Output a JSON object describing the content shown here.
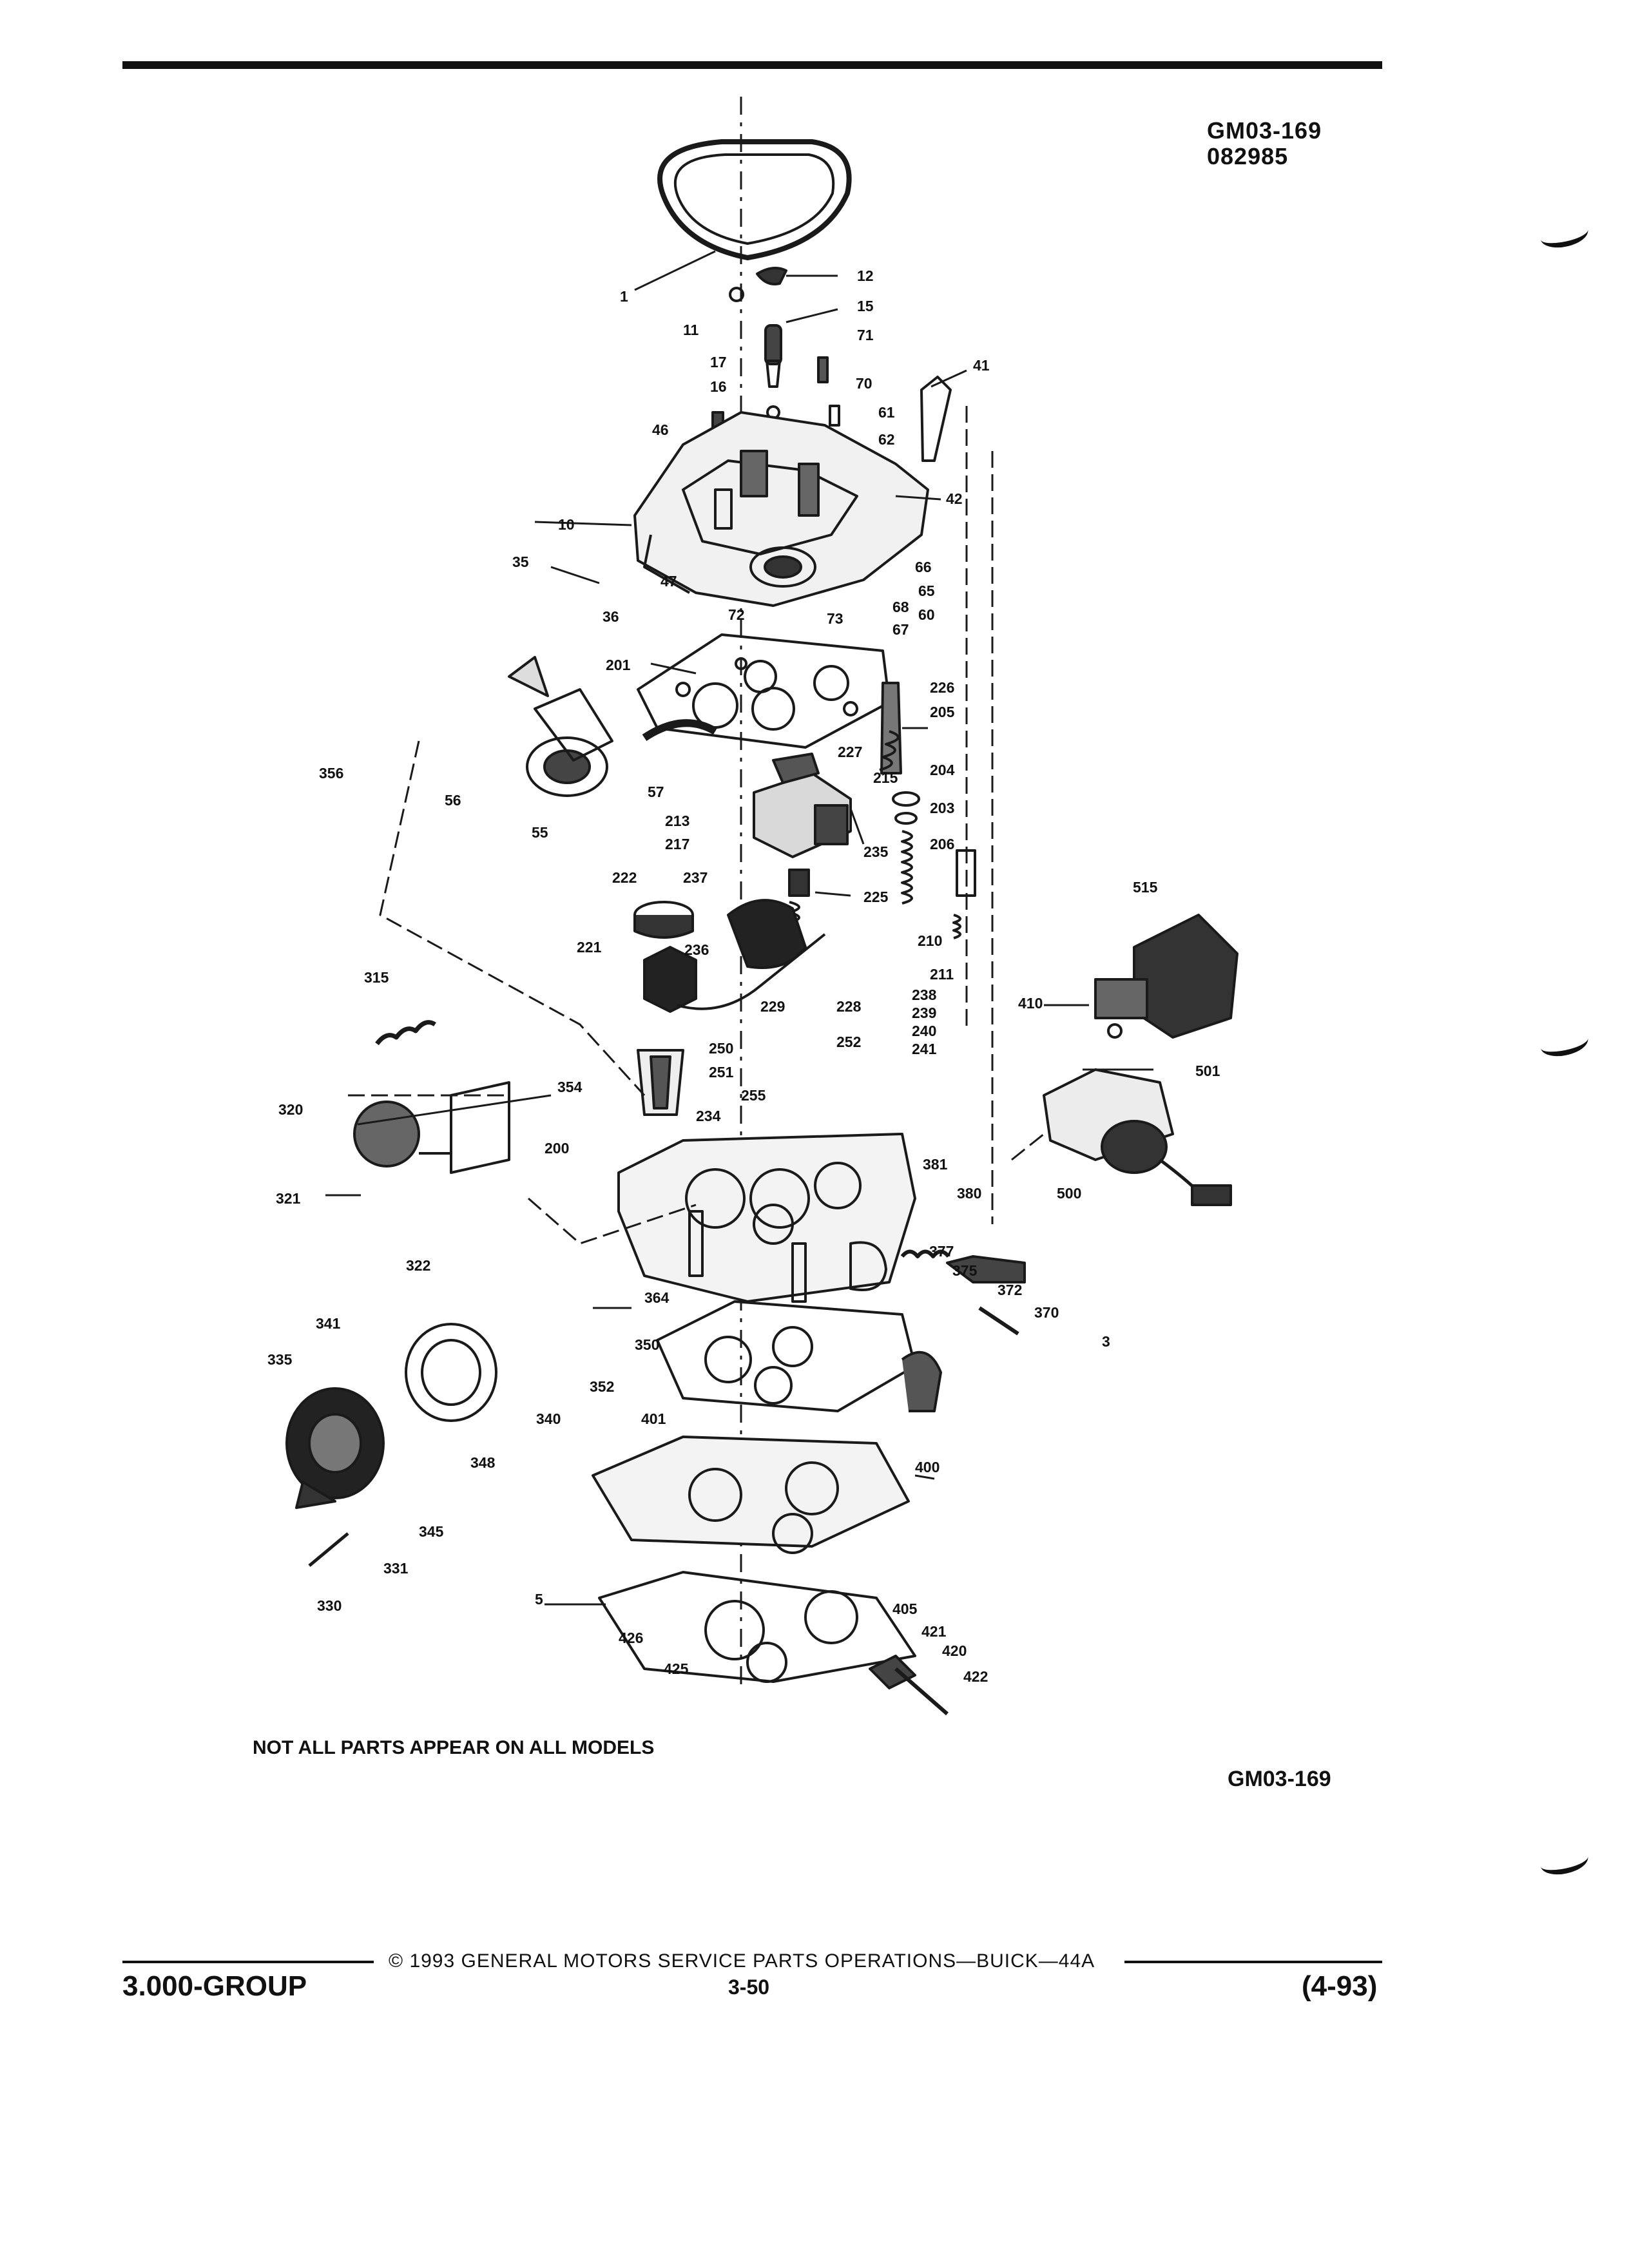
{
  "header": {
    "code": "GM03-169",
    "date_code": "082985"
  },
  "diagram": {
    "labels": {
      "l1": "1",
      "l5": "5",
      "l10": "10",
      "l11": "11",
      "l12": "12",
      "l15": "15",
      "l16": "16",
      "l17": "17",
      "l35": "35",
      "l36": "36",
      "l41": "41",
      "l42": "42",
      "l46": "46",
      "l47": "47",
      "l55": "55",
      "l56": "56",
      "l57": "57",
      "l60": "60",
      "l61": "61",
      "l62": "62",
      "l65": "65",
      "l66": "66",
      "l67": "67",
      "l68": "68",
      "l70": "70",
      "l71": "71",
      "l72": "72",
      "l73": "73",
      "l200": "200",
      "l201": "201",
      "l203": "203",
      "l204": "204",
      "l205": "205",
      "l206": "206",
      "l210": "210",
      "l211": "211",
      "l213": "213",
      "l215": "215",
      "l217": "217",
      "l221": "221",
      "l222": "222",
      "l225": "225",
      "l226": "226",
      "l227": "227",
      "l228": "228",
      "l229": "229",
      "l234": "234",
      "l235": "235",
      "l236": "236",
      "l237": "237",
      "l238": "238",
      "l239": "239",
      "l240": "240",
      "l241": "241",
      "l250": "250",
      "l251": "251",
      "l252": "252",
      "l255": "255",
      "l315": "315",
      "l320": "320",
      "l321": "321",
      "l322": "322",
      "l330": "330",
      "l331": "331",
      "l335": "335",
      "l340": "340",
      "l341": "341",
      "l345": "345",
      "l348": "348",
      "l350": "350",
      "l352": "352",
      "l354": "354",
      "l356": "356",
      "l364": "364",
      "l370": "370",
      "l372": "372",
      "l375": "375",
      "l377": "377",
      "l380": "380",
      "l381": "381",
      "l3": "3",
      "l400": "400",
      "l401": "401",
      "l405": "405",
      "l410": "410",
      "l420": "420",
      "l421": "421",
      "l422": "422",
      "l425": "425",
      "l426": "426",
      "l500": "500",
      "l501": "501",
      "l515": "515"
    }
  },
  "note": "NOT ALL PARTS APPEAR ON ALL MODELS",
  "footer": {
    "copyright": "© 1993 GENERAL MOTORS SERVICE PARTS OPERATIONS—BUICK—44A",
    "group": "3.000-GROUP",
    "page": "3-50",
    "date": "(4-93)"
  }
}
